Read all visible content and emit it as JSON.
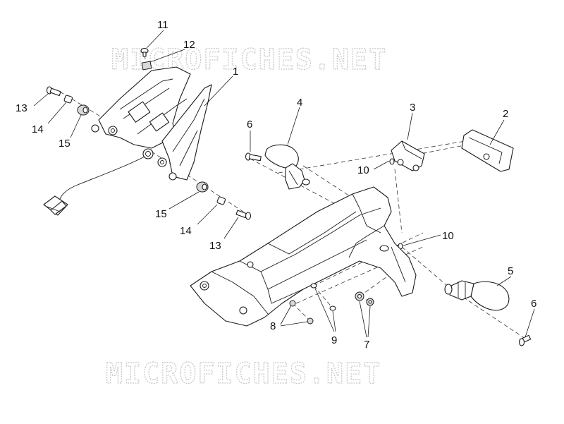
{
  "watermark": {
    "top_text": "MICROFICHES.NET",
    "bottom_text": "MICROFICHES.NET"
  },
  "callouts": {
    "c1": "1",
    "c2": "2",
    "c3": "3",
    "c4": "4",
    "c5": "5",
    "c6a": "6",
    "c6b": "6",
    "c7": "7",
    "c8": "8",
    "c9": "9",
    "c10a": "10",
    "c10b": "10",
    "c11": "11",
    "c12": "12",
    "c13a": "13",
    "c13b": "13",
    "c14a": "14",
    "c14b": "14",
    "c15a": "15",
    "c15b": "15"
  },
  "colors": {
    "line": "#1a1a1a",
    "watermark": "#c9c9c9",
    "background": "#ffffff"
  }
}
